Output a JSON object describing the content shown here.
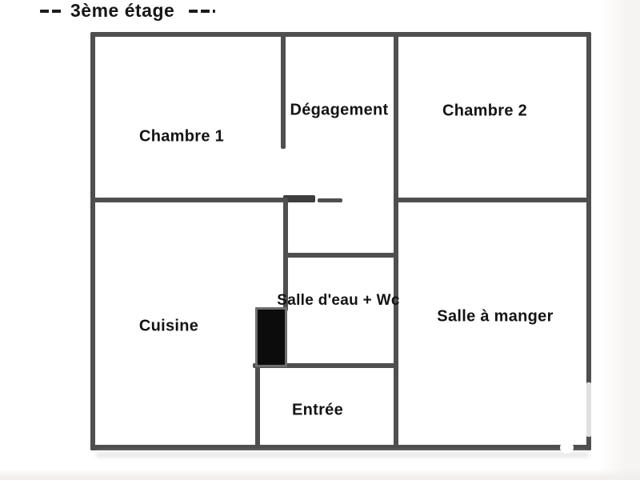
{
  "title": {
    "floor_label": "3ème étage"
  },
  "floorplan": {
    "rooms": [
      {
        "name": "Chambre 1"
      },
      {
        "name": "Dégagement"
      },
      {
        "name": "Chambre 2"
      },
      {
        "name": "Cuisine"
      },
      {
        "name": "Salle d'eau + Wc"
      },
      {
        "name": "Salle à manger"
      },
      {
        "name": "Entrée"
      }
    ],
    "features": {
      "window_right_wall": "window/opening shown light gray on right wall",
      "duct_block": "solid black block between Cuisine and Salle d'eau"
    },
    "colors": {
      "wall": "#4f4f4f",
      "door_dark": "#3d3d3d",
      "window_light": "#e0e0e0",
      "duct_fill": "#0c0c0c",
      "label_text": "#141414"
    }
  }
}
